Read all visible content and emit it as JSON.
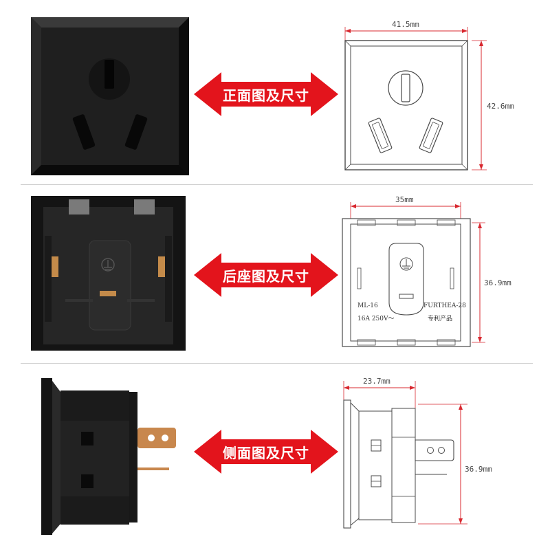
{
  "colors": {
    "arrow_red": "#e3141c",
    "socket_black": "#202020",
    "dimension_red": "#d8282f",
    "drawing_line": "#4a4a4a"
  },
  "rows": [
    {
      "label": "正面图及尺寸",
      "dims": {
        "width": "41.5mm",
        "height": "42.6mm"
      }
    },
    {
      "label": "后座图及尺寸",
      "dims": {
        "width": "35mm",
        "height": "36.9mm"
      },
      "specs": {
        "model": "ML-16",
        "rating": "16A 250V～",
        "brand": "FURTHEA-28",
        "patent": "专利产品"
      }
    },
    {
      "label": "侧面图及尺寸",
      "dims": {
        "width": "23.7mm",
        "height": "36.9mm"
      }
    }
  ]
}
